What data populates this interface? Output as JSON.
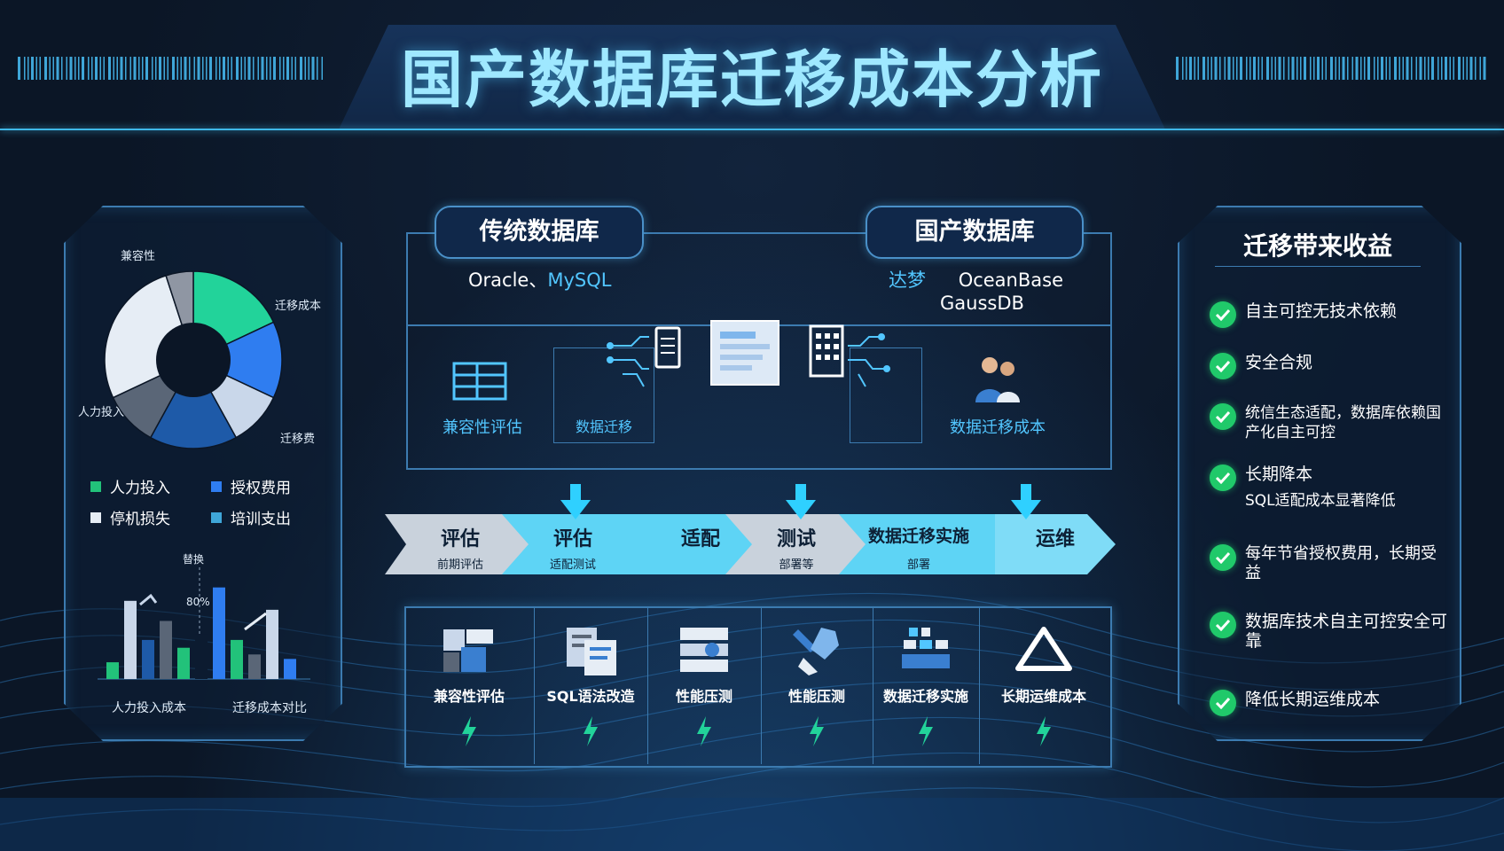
{
  "title": "国产数据库迁移成本分析",
  "left_panel": {
    "donut_labels": [
      "兼容性",
      "迁移成本",
      "迁移费",
      "人力投入"
    ],
    "donut_segments": [
      {
        "name": "a",
        "value": 18,
        "color": "#22d39a"
      },
      {
        "name": "b",
        "value": 14,
        "color": "#2f7df0"
      },
      {
        "name": "c",
        "value": 10,
        "color": "#c9d7ea"
      },
      {
        "name": "d",
        "value": 16,
        "color": "#1e5aa8"
      },
      {
        "name": "e",
        "value": 10,
        "color": "#5a6677"
      },
      {
        "name": "f",
        "value": 27,
        "color": "#e6edf5"
      },
      {
        "name": "g",
        "value": 5,
        "color": "#8f96a3"
      }
    ],
    "legend": [
      {
        "label": "人力投入",
        "color": "#22c27a"
      },
      {
        "label": "授权费用",
        "color": "#2f7df0"
      },
      {
        "label": "停机损失",
        "color": "#e6edf5"
      },
      {
        "label": "培训支出",
        "color": "#3fa6d8"
      }
    ],
    "bar_labels": {
      "top": "替换",
      "pct": "80%",
      "bottom_left": "人力投入成本",
      "bottom_right": "迁移成本对比"
    },
    "bar_values": [
      15,
      70,
      35,
      52,
      28,
      40,
      82,
      35,
      22,
      62,
      18
    ],
    "bar_colors": [
      "#22c27a",
      "#c9d7ea",
      "#1e5aa8",
      "#5a6677",
      "#22c27a",
      "#0c1b30",
      "#2f7df0",
      "#22c27a",
      "#5a6677",
      "#c9d7ea",
      "#2f7df0"
    ]
  },
  "center": {
    "traditional": {
      "title": "传统数据库",
      "names_plain": "Oracle、",
      "names_hl": "MySQL"
    },
    "domestic": {
      "title": "国产数据库",
      "names_hl": "达梦",
      "names_plain": "OceanBase",
      "names_line2": "GaussDB"
    },
    "captions": [
      "兼容性评估",
      "数据迁移",
      "数据迁移成本"
    ]
  },
  "process": {
    "stages": [
      {
        "label": "评估",
        "sub": "前期评估"
      },
      {
        "label": "评估",
        "sub": "适配测试"
      },
      {
        "label": "适配",
        "sub": ""
      },
      {
        "label": "测试",
        "sub": "部署等"
      },
      {
        "label": "数据迁移实施",
        "sub": "部署"
      },
      {
        "label": "运维",
        "sub": ""
      }
    ]
  },
  "cost_items": [
    {
      "label": "兼容性评估",
      "icon": "puzzle-icon"
    },
    {
      "label": "SQL语法改造",
      "icon": "document-icon"
    },
    {
      "label": "性能压测",
      "icon": "server-icon"
    },
    {
      "label": "性能压测",
      "icon": "wrench-icon"
    },
    {
      "label": "数据迁移实施",
      "icon": "data-blocks-icon"
    },
    {
      "label": "长期运维成本",
      "icon": "cycle-icon"
    }
  ],
  "benefits": {
    "title": "迁移带来收益",
    "items": [
      {
        "text": "自主可控无技术依赖",
        "sub": ""
      },
      {
        "text": "安全合规",
        "sub": ""
      },
      {
        "text": "统信生态适配，数据库依赖国产化自主可控",
        "sub": ""
      },
      {
        "text": "长期降本",
        "sub": "SQL适配成本显著降低"
      },
      {
        "text": "每年节省授权费用，长期受益",
        "sub": ""
      },
      {
        "text": "数据库技术自主可控安全可靠",
        "sub": ""
      },
      {
        "text": "降低长期运维成本",
        "sub": ""
      }
    ]
  },
  "colors": {
    "accent": "#52c6ff",
    "check": "#20c96a",
    "frame": "#3c7bb0"
  }
}
